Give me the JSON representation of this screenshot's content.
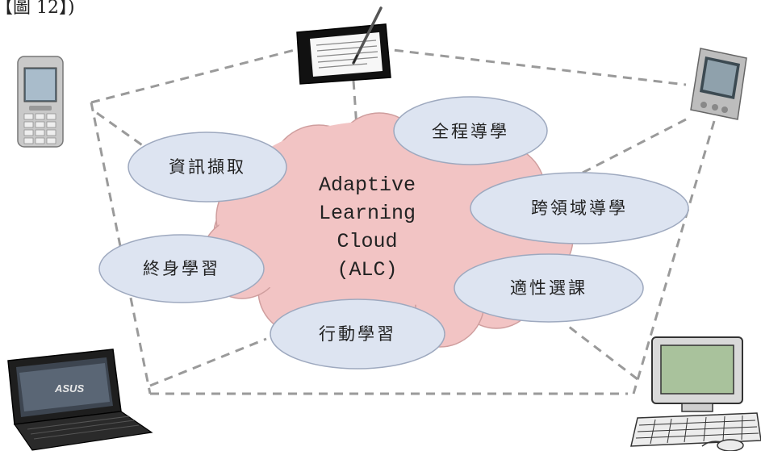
{
  "figure_label": "【圖 12】)",
  "cloud": {
    "lines": [
      "Adaptive",
      "Learning",
      "Cloud",
      "(ALC)"
    ]
  },
  "bubbles": {
    "info": "資訊擷取",
    "full": "全程導學",
    "cross": "跨領域導學",
    "adaptive": "適性選課",
    "mobile": "行動學習",
    "lifelong": "終身學習"
  },
  "laptop_brand": "ASUS",
  "devices": [
    "mobile-phone",
    "tablet",
    "pda",
    "laptop",
    "desktop-computer"
  ],
  "colors": {
    "cloud": "#f2c4c4",
    "bubble": "#dde4f1",
    "dashed_line": "#9a9a9a"
  }
}
